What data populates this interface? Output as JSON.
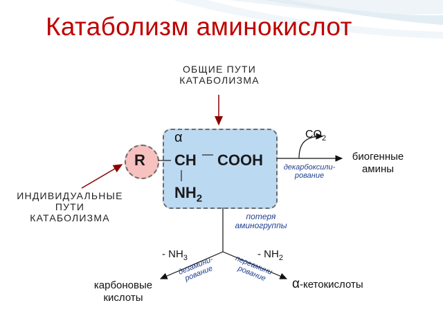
{
  "title": "Катаболизм аминокислот",
  "general": {
    "line1": "ОБЩИЕ ПУТИ",
    "line2": "КАТАБОЛИЗМА"
  },
  "individual": {
    "line1": "ИНДИВИДУАЛЬНЫЕ",
    "line2": "ПУТИ",
    "line3": "КАТАБОЛИЗМА"
  },
  "molecule": {
    "alpha": "α",
    "r": "R",
    "ch": "CH",
    "cooh": "COOH",
    "nh": "NH",
    "nh_sub": "2"
  },
  "decarb": {
    "co": "CO",
    "co_sub": "2",
    "enzyme_line1": "декарбоксили-",
    "enzyme_line2": "рование",
    "product_line1": "биогенные",
    "product_line2": "амины"
  },
  "amino_loss": {
    "line1": "потеря",
    "line2": "аминогруппы"
  },
  "deamination": {
    "minus": "- NH",
    "sub": "3",
    "enzyme_line1": "дезамини-",
    "enzyme_line2": "рование",
    "product_line1": "карбоновые",
    "product_line2": "кислоты"
  },
  "transamination": {
    "minus": "- NH",
    "sub": "2",
    "enzyme_line1": "переамини-",
    "enzyme_line2": "рование",
    "product_alpha": "α",
    "product": "-кетокислоты"
  },
  "colors": {
    "title": "#c00000",
    "arrows": "#8b0000",
    "enzyme": "#1f3f8f",
    "box": "#bcd9f2",
    "r_circle": "#f7c1bf"
  }
}
